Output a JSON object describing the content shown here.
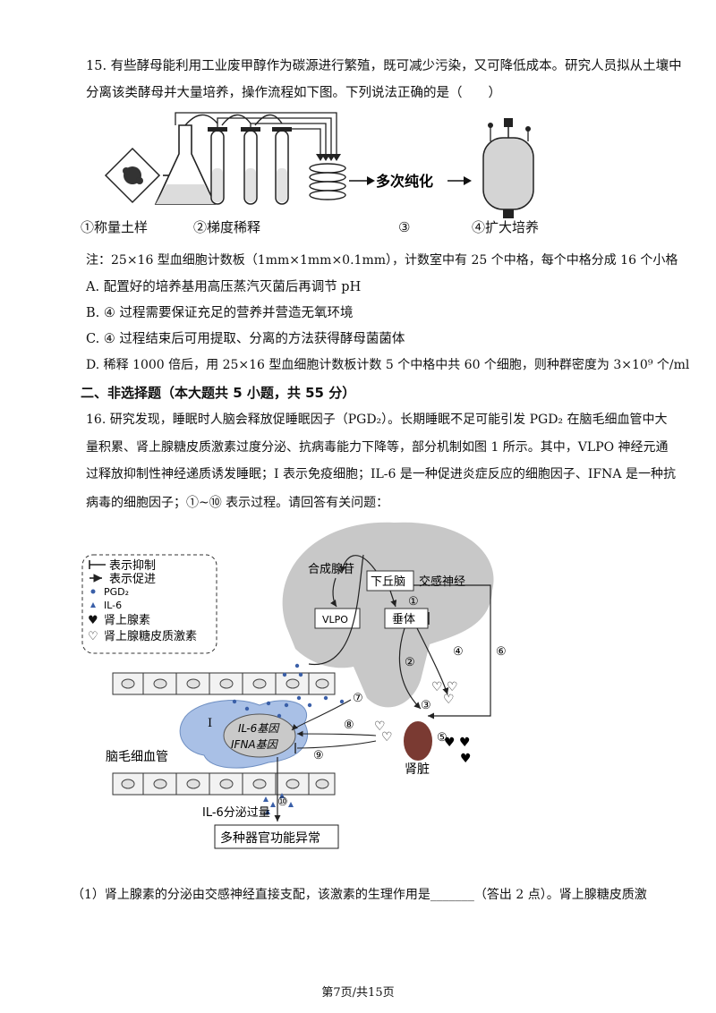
{
  "q15": {
    "stem_line1": "15. 有些酵母能利用工业废甲醇作为碳源进行繁殖，既可减少污染，又可降低成本。研究人员拟从土壤中",
    "stem_line2": "分离该类酵母并大量培养，操作流程如下图。下列说法正确的是（　　）",
    "steps": {
      "s1": "①称量土样",
      "s2": "②梯度稀释",
      "s3": "③",
      "s4": "④扩大培养",
      "purify": "多次纯化"
    },
    "note": "注：25×16 型血细胞计数板（1mm×1mm×0.1mm），计数室中有 25 个中格，每个中格分成 16 个小格",
    "options": {
      "A": "A. 配置好的培养基用高压蒸汽灭菌后再调节 pH",
      "B": "B. ④ 过程需要保证充足的营养并营造无氧环境",
      "C": "C. ④ 过程结束后可用提取、分离的方法获得酵母菌菌体",
      "D": "D. 稀释 1000 倍后，用 25×16 型血细胞计数板计数 5 个中格中共 60 个细胞，则种群密度为 3×10⁹ 个/ml"
    }
  },
  "section2_title": "二、非选择题（本大题共 5 小题，共 55 分）",
  "q16": {
    "line1": "16. 研究发现，睡眠时人脑会释放促睡眠因子（PGD₂）。长期睡眠不足可能引发 PGD₂ 在脑毛细血管中大",
    "line2": "量积累、肾上腺糖皮质激素过度分泌、抗病毒能力下降等，部分机制如图 1 所示。其中，VLPO 神经元通",
    "line3": "过释放抑制性神经递质诱发睡眠；I 表示免疫细胞；IL-6 是一种促进炎症反应的细胞因子、IFNA 是一种抗",
    "line4": "病毒的细胞因子；①~⑩ 表示过程。请回答有关问题：",
    "sub1": "（1）肾上腺素的分泌由交感神经直接支配，该激素的生理作用是_______（答出 2 点）。肾上腺糖皮质激"
  },
  "diagram": {
    "legend": {
      "inhibit": "表示抑制",
      "promote": "表示促进",
      "pgd2": "PGD₂",
      "il6": "IL-6",
      "adrenaline": "肾上腺素",
      "corticoid": "肾上腺糖皮质激素"
    },
    "labels": {
      "adenosine": "合成腺苷",
      "hypothalamus": "下丘脑",
      "sympathetic": "交感神经",
      "vlpo": "VLPO",
      "pituitary": "垂体",
      "immune_cell": "I",
      "il6_gene": "IL-6基因",
      "ifna_gene": "IFNA基因",
      "capillary": "脑毛细血管",
      "kidney": "肾脏",
      "il6_excess": "IL-6分泌过量",
      "organ_failure": "多种器官功能异常"
    },
    "steps": [
      "①",
      "②",
      "③",
      "④",
      "⑤",
      "⑥",
      "⑦",
      "⑧",
      "⑨",
      "⑩"
    ]
  },
  "footer": "第7页/共15页",
  "colors": {
    "dot_blue": "#3a5fa8",
    "brain_gray": "#c8c8c8",
    "cell_blue": "#a9c0e6"
  }
}
